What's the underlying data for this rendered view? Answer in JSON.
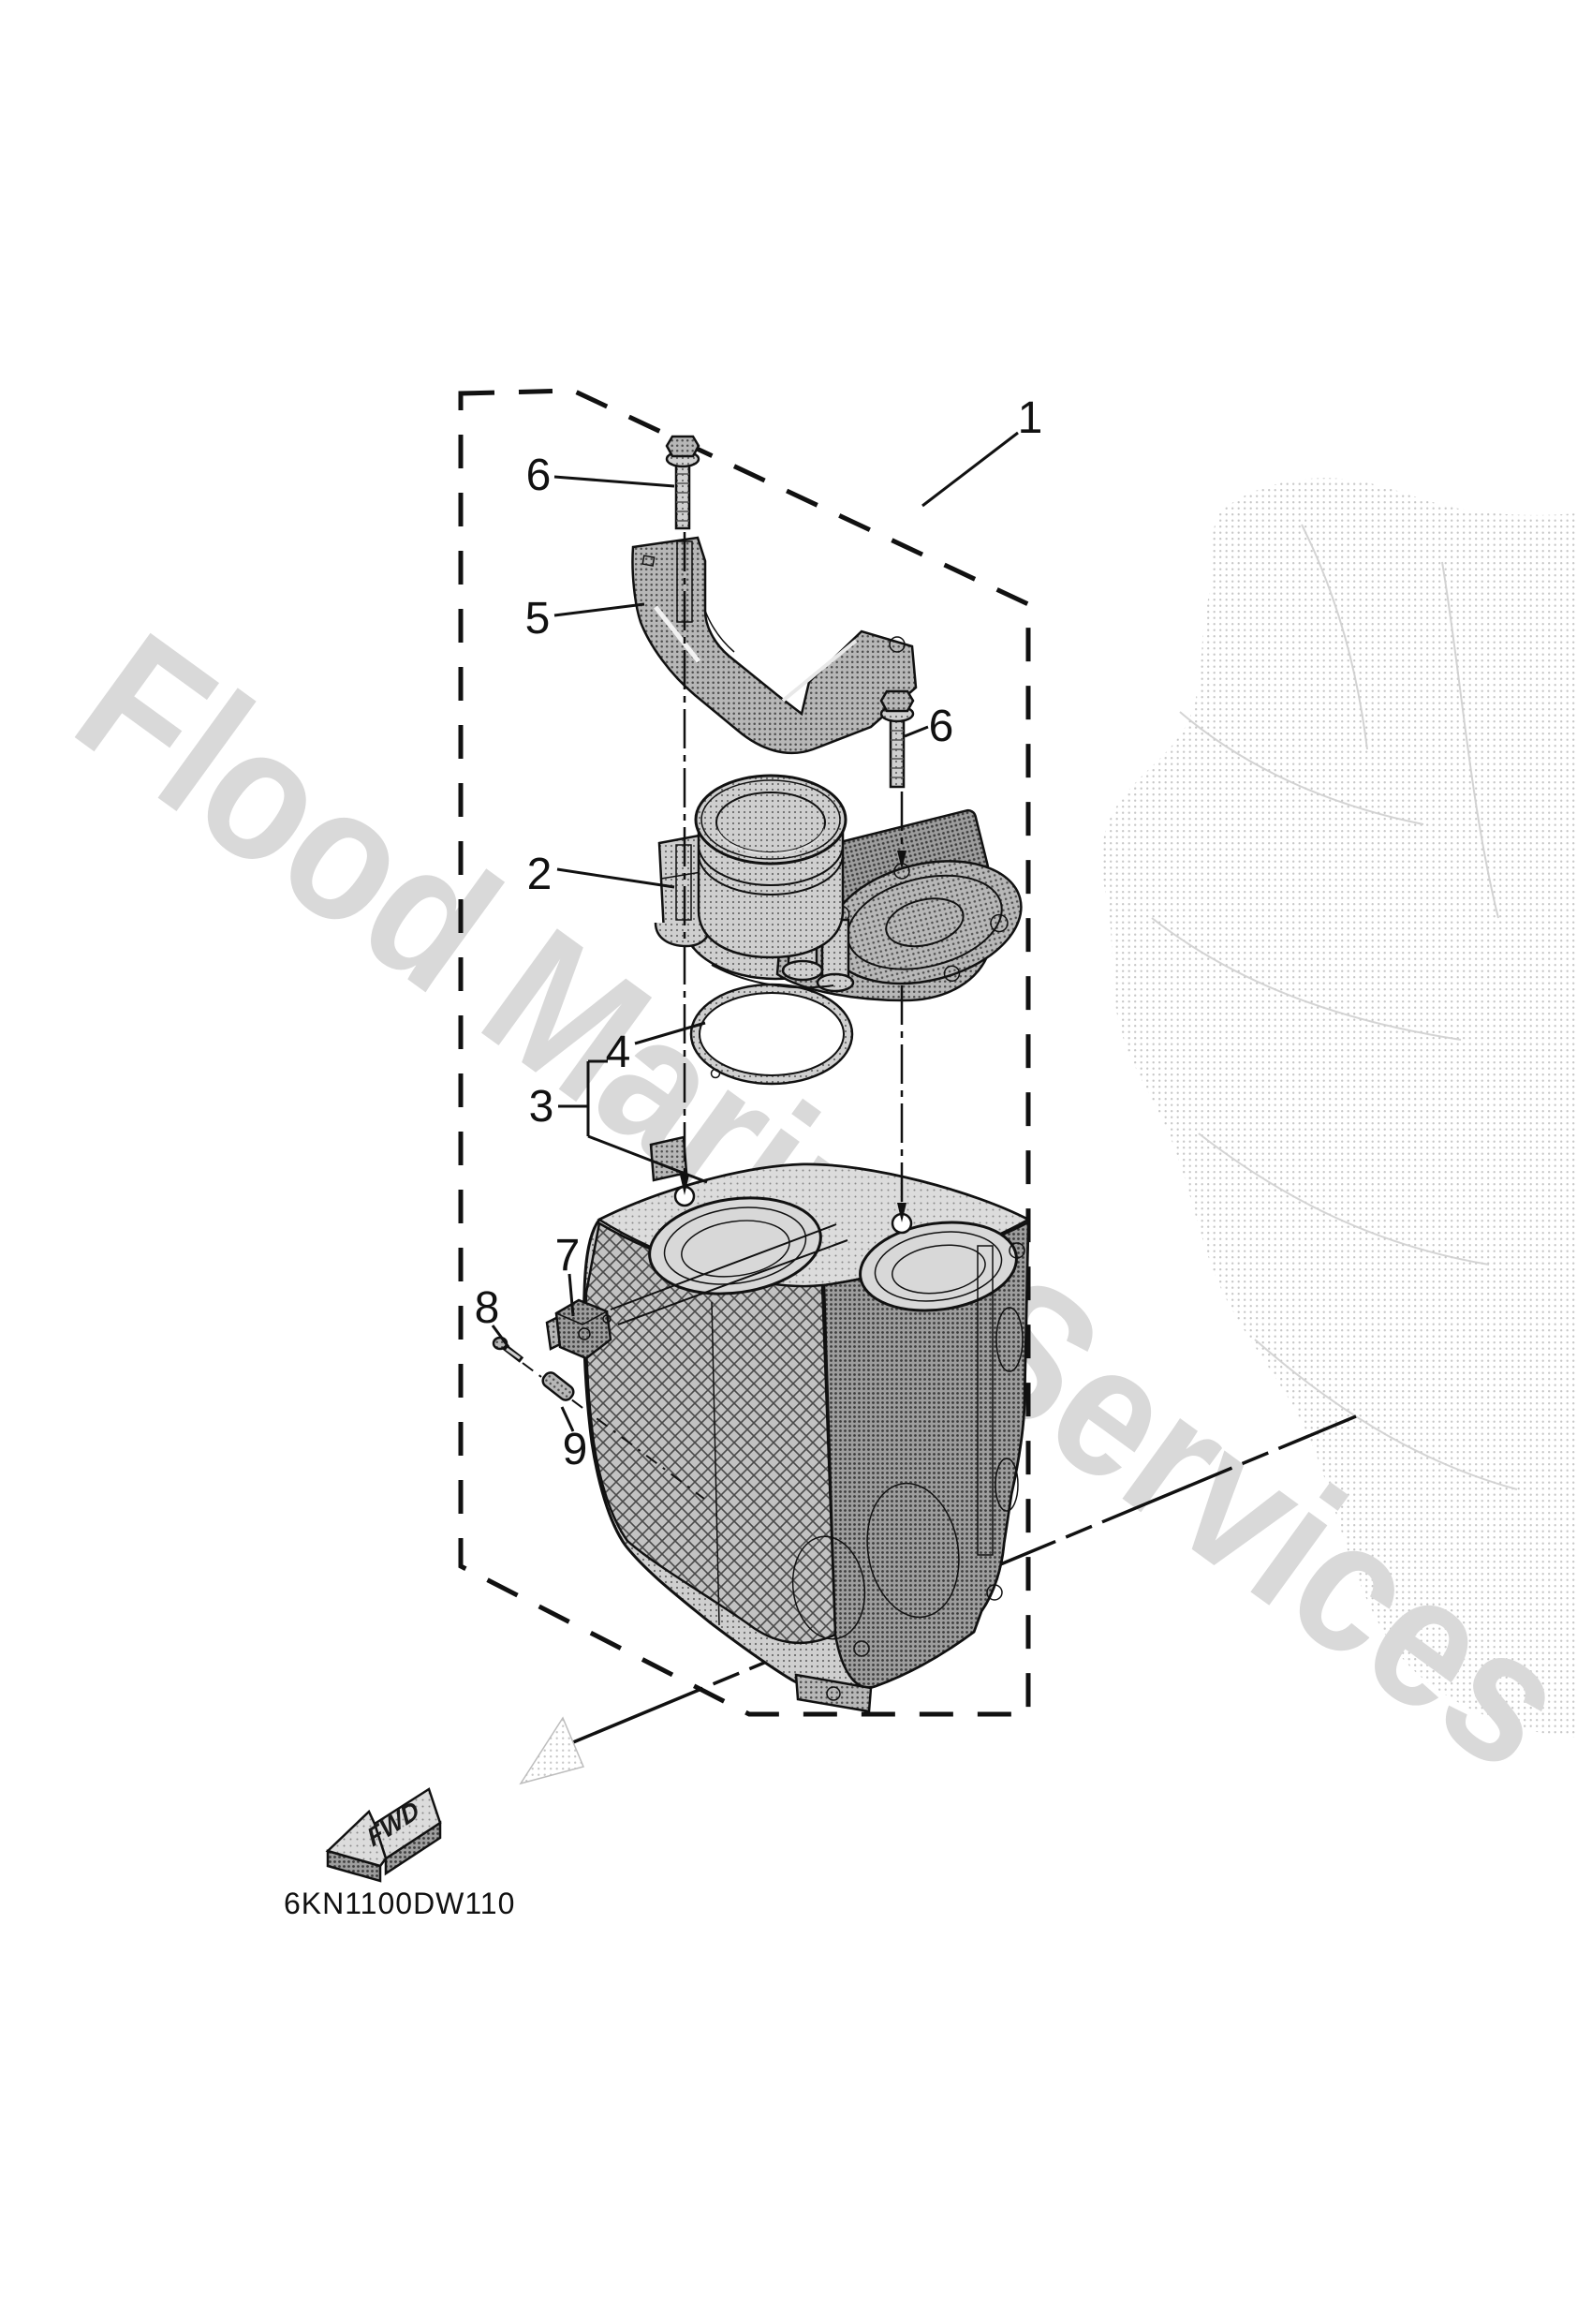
{
  "watermark": {
    "text": "Flood Marine Services",
    "color": "#d9d9d9"
  },
  "footer": {
    "part_code": "6KN1100DW110",
    "fwd_label": "FWD"
  },
  "colors": {
    "line": "#111111",
    "watermark": "#d9d9d9",
    "part_fill_light": "#cfcfcf",
    "part_fill_mid": "#b5b5b5",
    "part_fill_dark": "#9c9c9c"
  },
  "callouts": {
    "c1": {
      "text": "1"
    },
    "c2": {
      "text": "2"
    },
    "c3": {
      "text": "3"
    },
    "c4": {
      "text": "4"
    },
    "c5": {
      "text": "5"
    },
    "c6a": {
      "text": "6"
    },
    "c6b": {
      "text": "6"
    },
    "c7": {
      "text": "7"
    },
    "c8": {
      "text": "8"
    },
    "c9": {
      "text": "9"
    }
  }
}
